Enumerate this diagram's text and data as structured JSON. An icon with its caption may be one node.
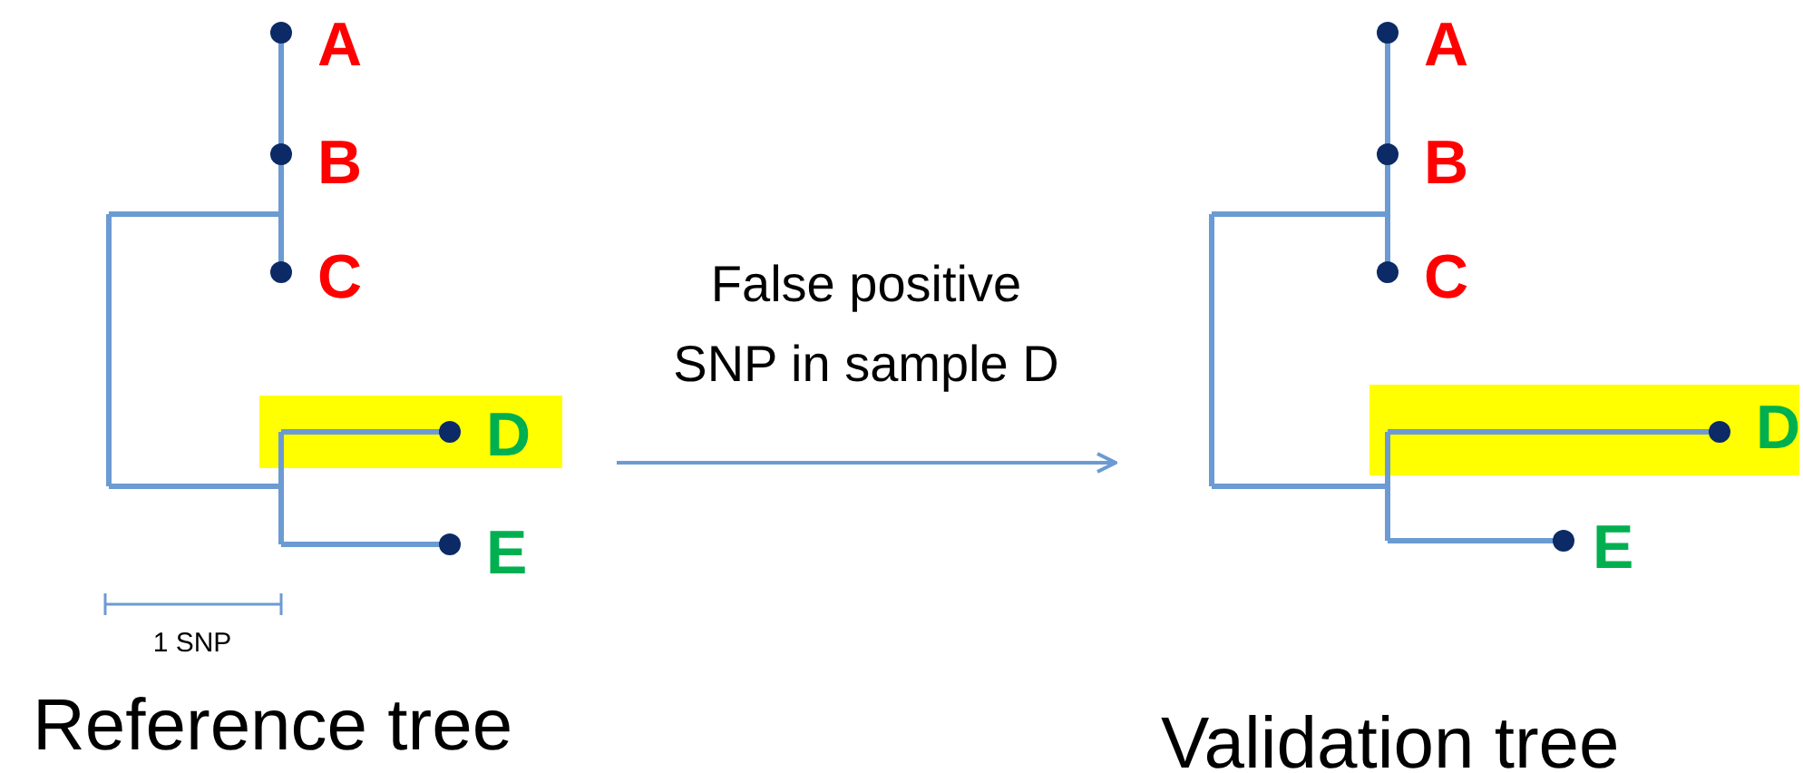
{
  "diagram": {
    "nodes": [
      {
        "text": [],
        "shape": "picture",
        "beside": [
          "Reference tree"
        ]
      },
      {
        "text": [
          "A"
        ],
        "in": 0
      },
      {
        "text": [
          "B"
        ],
        "in": 0
      },
      {
        "text": [
          "C"
        ],
        "in": 0
      },
      {
        "text": [
          "D"
        ],
        "in": 0
      },
      {
        "text": [
          "E"
        ],
        "in": 0
      },
      {
        "text": [],
        "shape": "picture",
        "beside": [
          "Validation tree"
        ]
      },
      {
        "text": [
          "A"
        ],
        "in": 6
      },
      {
        "text": [
          "B"
        ],
        "in": 6
      },
      {
        "text": [
          "C"
        ],
        "in": 6
      },
      {
        "text": [
          "D"
        ],
        "in": 6
      },
      {
        "text": [
          "E"
        ],
        "in": 6
      }
    ],
    "edges": [
      {
        "from": 0,
        "to": 6,
        "arrow": "to",
        "label": "False positive SNP in sample D"
      }
    ],
    "labels": [
      "1 SNP"
    ]
  }
}
